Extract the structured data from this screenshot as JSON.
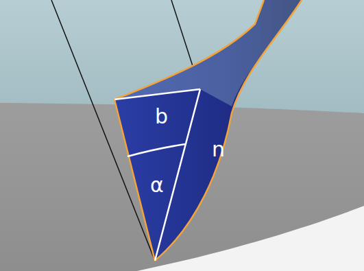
{
  "diagram": {
    "labels": [
      "b",
      "n",
      "α"
    ]
  }
}
